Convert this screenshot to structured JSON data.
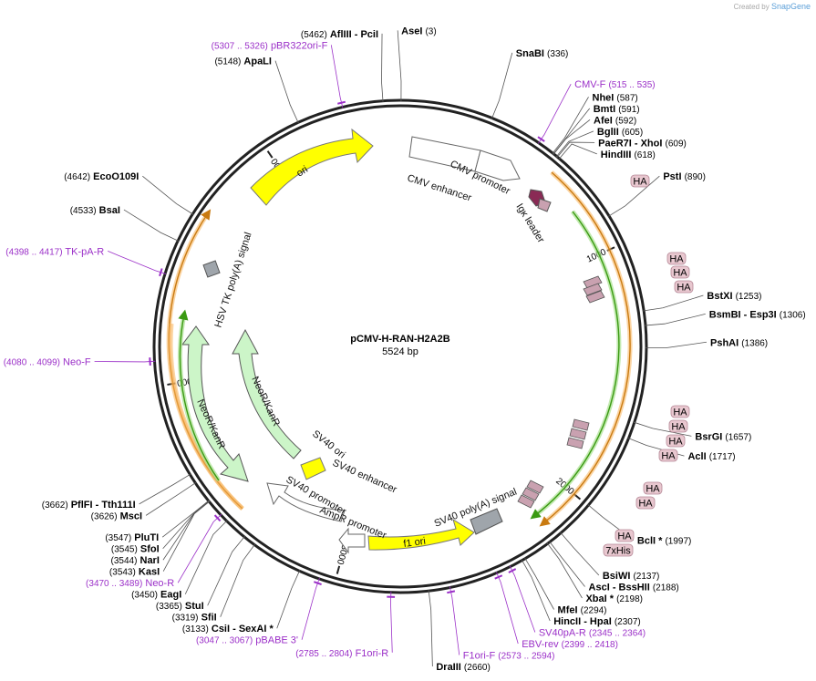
{
  "brand": {
    "prefix": "Created by",
    "name": "SnapGene"
  },
  "plasmid": {
    "name": "pCMV-H-RAN-H2A2B",
    "length": "5524 bp"
  },
  "colors": {
    "backbone": "#222222",
    "primer": "#9b30c8",
    "yellow": "#ffff00",
    "green": "#ccf5c8",
    "pink": "#c9a1b0",
    "gray": "#9fa5ab",
    "magenta": "#8a2a55",
    "orange": "#f7b35a",
    "greenline": "#3a9a12"
  },
  "ticks": [
    {
      "label": "1000",
      "pos": 1000
    },
    {
      "label": "2000",
      "pos": 2000
    },
    {
      "label": "3000",
      "pos": 3000
    },
    {
      "label": "4000",
      "pos": 4000
    },
    {
      "label": "5000",
      "pos": 5000
    }
  ],
  "sites": [
    {
      "pos": 3,
      "name": "AseI",
      "num": "(3)"
    },
    {
      "pos": 336,
      "name": "SnaBI",
      "num": "(336)"
    },
    {
      "pos": 587,
      "name": "NheI",
      "num": "(587)"
    },
    {
      "pos": 591,
      "name": "BmtI",
      "num": "(591)"
    },
    {
      "pos": 592,
      "name": "AfeI",
      "num": "(592)"
    },
    {
      "pos": 605,
      "name": "BglII",
      "num": "(605)"
    },
    {
      "pos": 609,
      "name": "PaeR7I  - XhoI",
      "num": "(609)"
    },
    {
      "pos": 618,
      "name": "HindIII",
      "num": "(618)"
    },
    {
      "pos": 890,
      "name": "PstI",
      "num": "(890)"
    },
    {
      "pos": 1253,
      "name": "BstXI",
      "num": "(1253)"
    },
    {
      "pos": 1306,
      "name": "BsmBI   - Esp3I",
      "num": "(1306)"
    },
    {
      "pos": 1386,
      "name": "PshAI",
      "num": "(1386)"
    },
    {
      "pos": 1657,
      "name": "BsrGI",
      "num": "(1657)"
    },
    {
      "pos": 1717,
      "name": "AclI",
      "num": "(1717)"
    },
    {
      "pos": 1997,
      "name": "BclI *",
      "num": "(1997)"
    },
    {
      "pos": 2137,
      "name": "BsiWI",
      "num": "(2137)"
    },
    {
      "pos": 2188,
      "name": "AscI  - BssHII",
      "num": "(2188)"
    },
    {
      "pos": 2198,
      "name": "XbaI *",
      "num": "(2198)"
    },
    {
      "pos": 2294,
      "name": "MfeI",
      "num": "(2294)"
    },
    {
      "pos": 2307,
      "name": "HincII  - HpaI",
      "num": "(2307)"
    },
    {
      "pos": 2660,
      "name": "DraIII",
      "num": "(2660)"
    },
    {
      "pos": 3133,
      "name": "CsiI  - SexAI *",
      "num": "(3133)"
    },
    {
      "pos": 3319,
      "name": "SfiI",
      "num": "(3319)"
    },
    {
      "pos": 3365,
      "name": "StuI",
      "num": "(3365)"
    },
    {
      "pos": 3450,
      "name": "EagI",
      "num": "(3450)"
    },
    {
      "pos": 3543,
      "name": "KasI",
      "num": "(3543)"
    },
    {
      "pos": 3544,
      "name": "NarI",
      "num": "(3544)"
    },
    {
      "pos": 3545,
      "name": "SfoI",
      "num": "(3545)"
    },
    {
      "pos": 3547,
      "name": "PluTI",
      "num": "(3547)"
    },
    {
      "pos": 3626,
      "name": "MscI",
      "num": "(3626)"
    },
    {
      "pos": 3662,
      "name": "PflFI  - Tth111I",
      "num": "(3662)"
    },
    {
      "pos": 4533,
      "name": "BsaI",
      "num": "(4533)"
    },
    {
      "pos": 4642,
      "name": "EcoO109I",
      "num": "(4642)"
    },
    {
      "pos": 5148,
      "name": "ApaLI",
      "num": "(5148)"
    },
    {
      "pos": 5462,
      "name": "AflIII  - PciI",
      "num": "(5462)"
    }
  ],
  "primers": [
    {
      "pos": 525,
      "name": "CMV-F",
      "num": "(515 .. 535)"
    },
    {
      "pos": 2355,
      "name": "SV40pA-R",
      "num": "(2345 .. 2364)"
    },
    {
      "pos": 2408,
      "name": "EBV-rev",
      "num": "(2399 .. 2418)"
    },
    {
      "pos": 2583,
      "name": "F1ori-F",
      "num": "(2573 .. 2594)"
    },
    {
      "pos": 2795,
      "name": "F1ori-R",
      "num": "(2785 .. 2804)"
    },
    {
      "pos": 3057,
      "name": "pBABE 3'",
      "num": "(3047 .. 3067)"
    },
    {
      "pos": 3480,
      "name": "Neo-R",
      "num": "(3470 .. 3489)"
    },
    {
      "pos": 4090,
      "name": "Neo-F",
      "num": "(4080 .. 4099)"
    },
    {
      "pos": 4407,
      "name": "TK-pA-R",
      "num": "(4398 .. 4417)"
    },
    {
      "pos": 5316,
      "name": "pBR322ori-F",
      "num": "(5307 .. 5326)"
    }
  ],
  "features": [
    {
      "name": "CMV enhancer",
      "kind": "white"
    },
    {
      "name": "CMV promoter",
      "kind": "white"
    },
    {
      "name": "Igκ leader",
      "kind": "magenta"
    },
    {
      "name": "SV40 poly(A) signal",
      "kind": "gray"
    },
    {
      "name": "f1 ori",
      "kind": "yellow"
    },
    {
      "name": "AmpR promoter",
      "kind": "white"
    },
    {
      "name": "SV40 promoter",
      "kind": "white"
    },
    {
      "name": "SV40 enhancer",
      "kind": "white"
    },
    {
      "name": "SV40 ori",
      "kind": "yellow"
    },
    {
      "name": "NeoR/KanR",
      "kind": "green"
    },
    {
      "name": "NeoR/KanR",
      "kind": "green"
    },
    {
      "name": "HSV TK poly(A) signal",
      "kind": "gray"
    },
    {
      "name": "ori",
      "kind": "yellow"
    }
  ],
  "tags": [
    "HA",
    "HA",
    "HA",
    "HA",
    "HA",
    "HA",
    "HA",
    "HA",
    "HA",
    "HA",
    "HA",
    "7xHis"
  ]
}
